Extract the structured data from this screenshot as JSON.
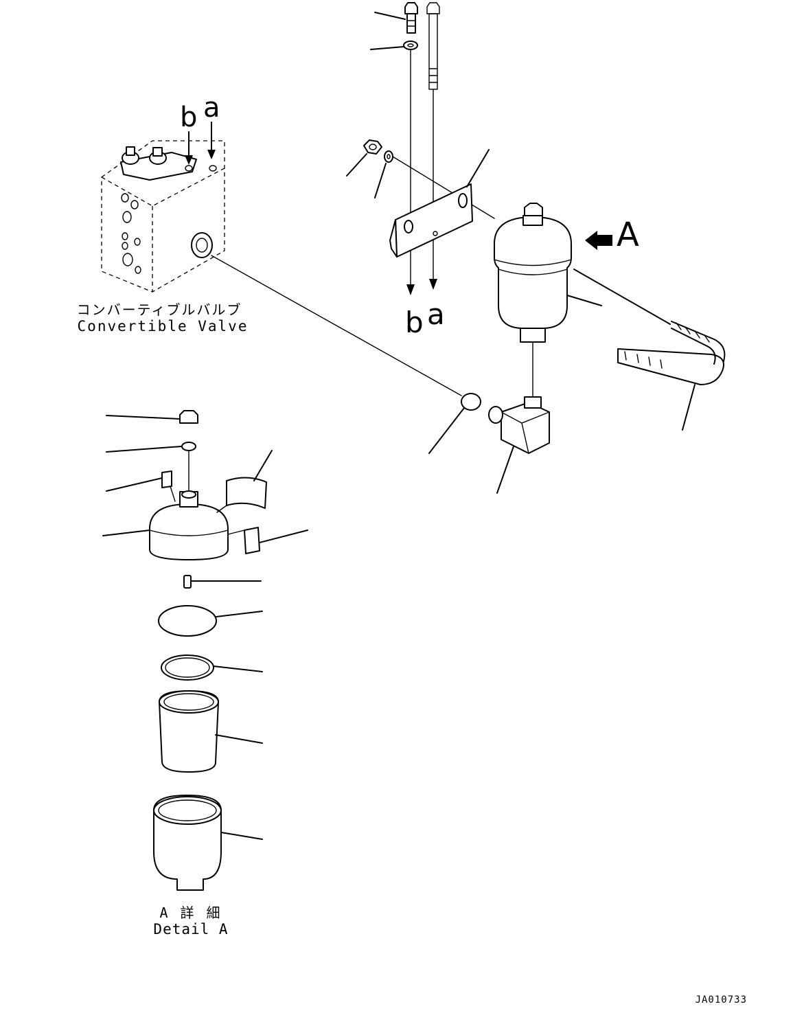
{
  "labels": {
    "valve_jp": "コンバーティブルバルブ",
    "valve_en": "Convertible Valve",
    "detail_jp": "A 詳 細",
    "detail_en": "Detail A",
    "view_arrow": "A",
    "port_a": "a",
    "port_b": "b",
    "drawing_no": "JA010733"
  }
}
